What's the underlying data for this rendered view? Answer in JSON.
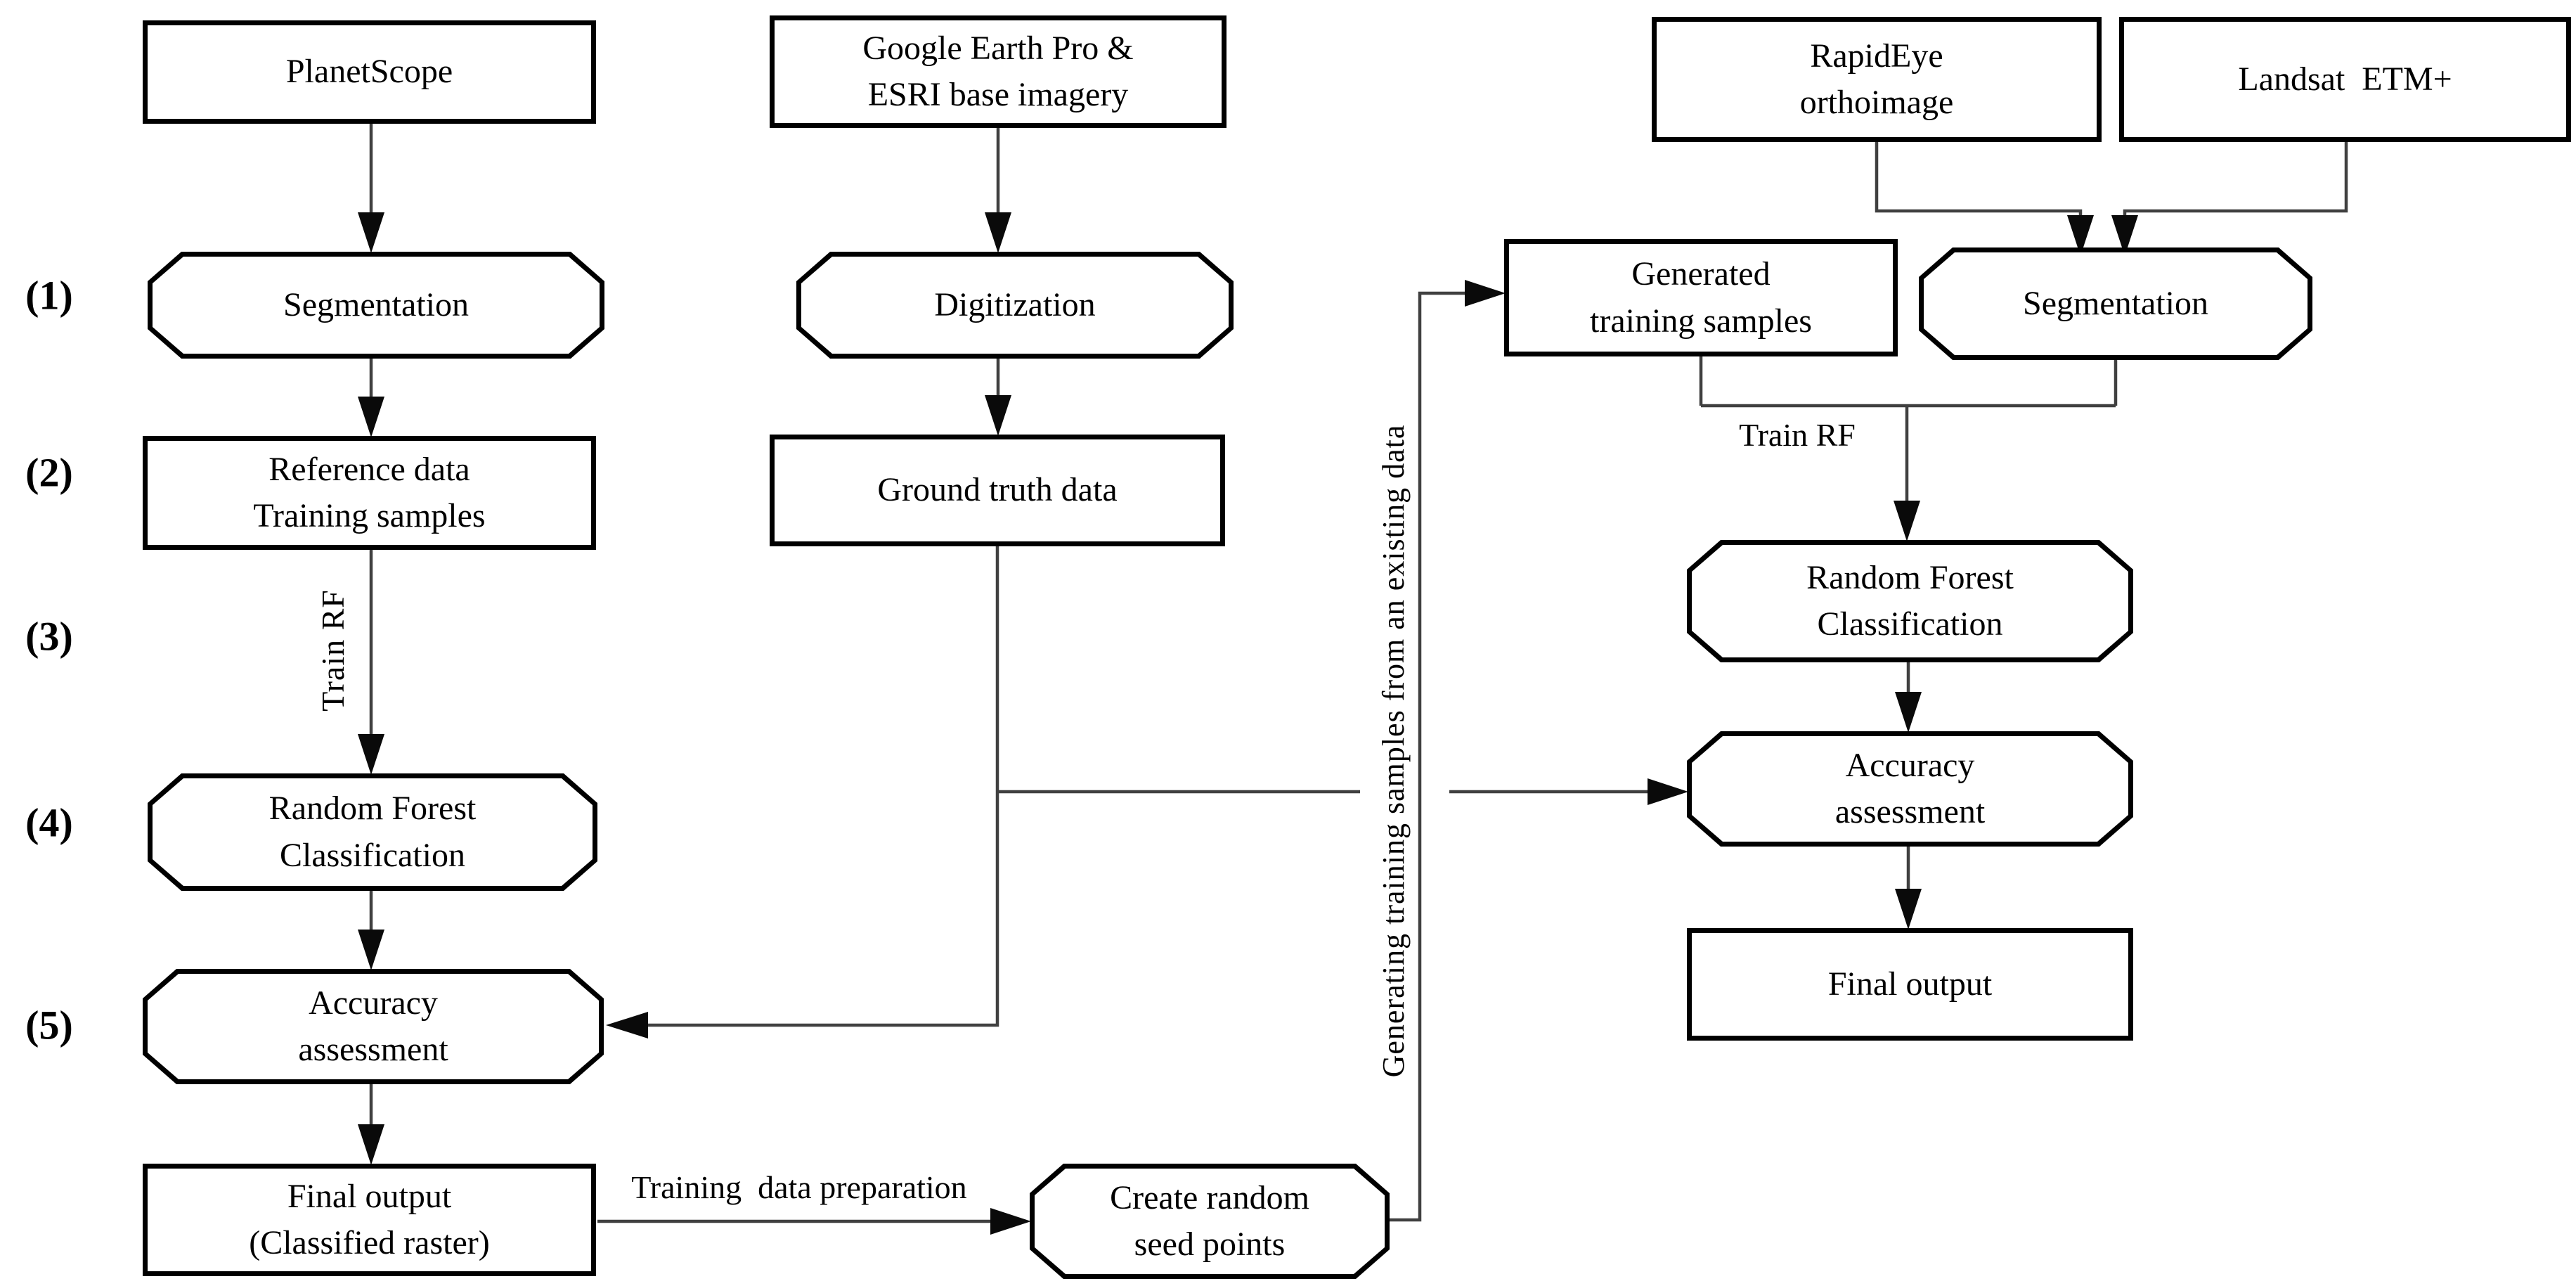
{
  "diagram": {
    "step_labels": [
      "(1)",
      "(2)",
      "(3)",
      "(4)",
      "(5)"
    ],
    "nodes": {
      "planetscope": {
        "lines": [
          "PlanetScope"
        ]
      },
      "segmentation_left": {
        "lines": [
          "Segmentation"
        ]
      },
      "reference_data": {
        "lines": [
          "Reference data",
          "Training samples"
        ]
      },
      "rf_left": {
        "lines": [
          "Random Forest",
          "Classification"
        ]
      },
      "accuracy_left": {
        "lines": [
          "Accuracy",
          "assessment"
        ]
      },
      "final_output_left": {
        "lines": [
          "Final output",
          "(Classified raster)"
        ]
      },
      "google_earth": {
        "lines": [
          "Google Earth Pro &",
          "ESRI base imagery"
        ]
      },
      "digitization": {
        "lines": [
          "Digitization"
        ]
      },
      "ground_truth": {
        "lines": [
          "Ground truth data"
        ]
      },
      "rapideye": {
        "lines": [
          "RapidEye",
          "orthoimage"
        ]
      },
      "landsat": {
        "lines": [
          "Landsat  ETM+"
        ]
      },
      "generated_training": {
        "lines": [
          "Generated",
          "training samples"
        ]
      },
      "segmentation_right": {
        "lines": [
          "Segmentation"
        ]
      },
      "rf_right": {
        "lines": [
          "Random Forest",
          "Classification"
        ]
      },
      "accuracy_right": {
        "lines": [
          "Accuracy",
          "assessment"
        ]
      },
      "final_output_right": {
        "lines": [
          "Final output"
        ]
      },
      "seed_points": {
        "lines": [
          "Create random",
          "seed points"
        ]
      }
    },
    "edge_labels": {
      "train_rf_left": "Train RF",
      "train_rf_right": "Train RF",
      "training_data_preparation": "Training  data preparation",
      "generating_training_samples": "Generating training samples from an existing data"
    },
    "colors": {
      "line": "#404040",
      "arrowhead": "#0a0a0a",
      "shape_border": "#000000",
      "background": "#ffffff",
      "text": "#000000"
    }
  }
}
